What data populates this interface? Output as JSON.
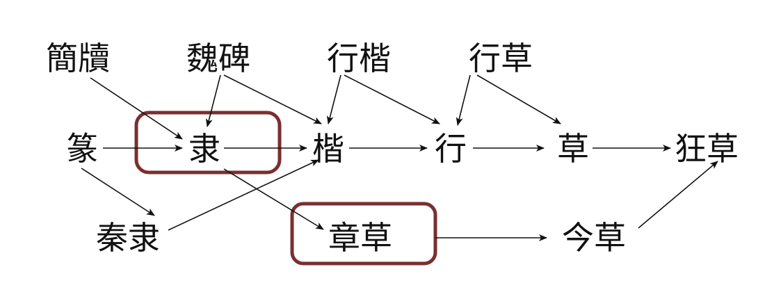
{
  "diagram": {
    "title": "",
    "colors": {
      "text": "#111111",
      "edge": "#111111",
      "highlight_box": "#7a2f2f",
      "background": "#ffffff"
    },
    "nodes": [
      {
        "id": "jiandu",
        "label": "簡牘"
      },
      {
        "id": "weibei",
        "label": "魏碑"
      },
      {
        "id": "xingkai",
        "label": "行楷"
      },
      {
        "id": "xingcao",
        "label": "行草"
      },
      {
        "id": "zhuan",
        "label": "篆"
      },
      {
        "id": "li",
        "label": "隶",
        "highlighted": true
      },
      {
        "id": "kai",
        "label": "楷"
      },
      {
        "id": "xing",
        "label": "行"
      },
      {
        "id": "cao",
        "label": "草"
      },
      {
        "id": "kuangcao",
        "label": "狂草"
      },
      {
        "id": "qinli",
        "label": "秦隶"
      },
      {
        "id": "zhangcao",
        "label": "章草",
        "highlighted": true
      },
      {
        "id": "jincao",
        "label": "今草"
      }
    ],
    "edges": [
      {
        "from": "jiandu",
        "to": "li"
      },
      {
        "from": "weibei",
        "to": "li"
      },
      {
        "from": "weibei",
        "to": "kai"
      },
      {
        "from": "xingkai",
        "to": "kai"
      },
      {
        "from": "xingkai",
        "to": "xing"
      },
      {
        "from": "xingcao",
        "to": "xing"
      },
      {
        "from": "xingcao",
        "to": "cao"
      },
      {
        "from": "zhuan",
        "to": "li"
      },
      {
        "from": "zhuan",
        "to": "qinli"
      },
      {
        "from": "li",
        "to": "kai"
      },
      {
        "from": "li",
        "to": "zhangcao"
      },
      {
        "from": "qinli",
        "to": "kai"
      },
      {
        "from": "kai",
        "to": "xing"
      },
      {
        "from": "xing",
        "to": "cao"
      },
      {
        "from": "cao",
        "to": "kuangcao"
      },
      {
        "from": "zhangcao",
        "to": "jincao"
      },
      {
        "from": "jincao",
        "to": "kuangcao"
      }
    ]
  }
}
